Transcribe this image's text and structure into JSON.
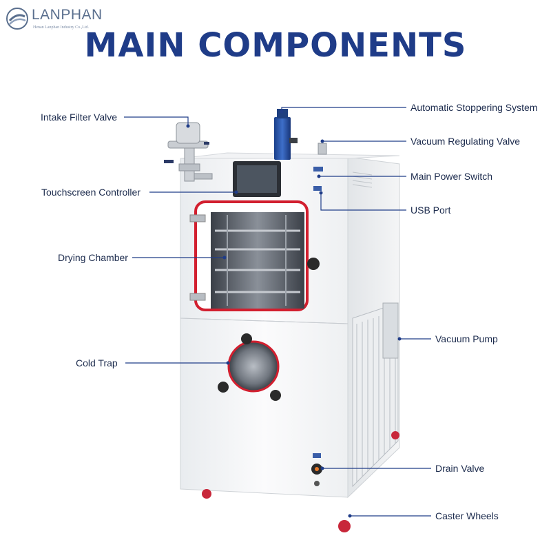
{
  "brand": {
    "name": "LANPHAN",
    "subtitle": "Henan Lanphan Industry Co.,Ltd."
  },
  "title": "MAIN COMPONENTS",
  "colors": {
    "title": "#1f3c88",
    "leader": "#1f3c88",
    "label_text": "#1c2b4d",
    "gasket": "#d21f2f"
  },
  "components_left": [
    "Intake Filter Valve",
    "Touchscreen Controller",
    "Drying Chamber",
    "Cold Trap"
  ],
  "components_right": [
    "Automatic Stoppering System",
    "Vacuum Regulating Valve",
    "Main Power Switch",
    "USB Port",
    "Vacuum Pump",
    "Drain Valve",
    "Caster Wheels"
  ]
}
